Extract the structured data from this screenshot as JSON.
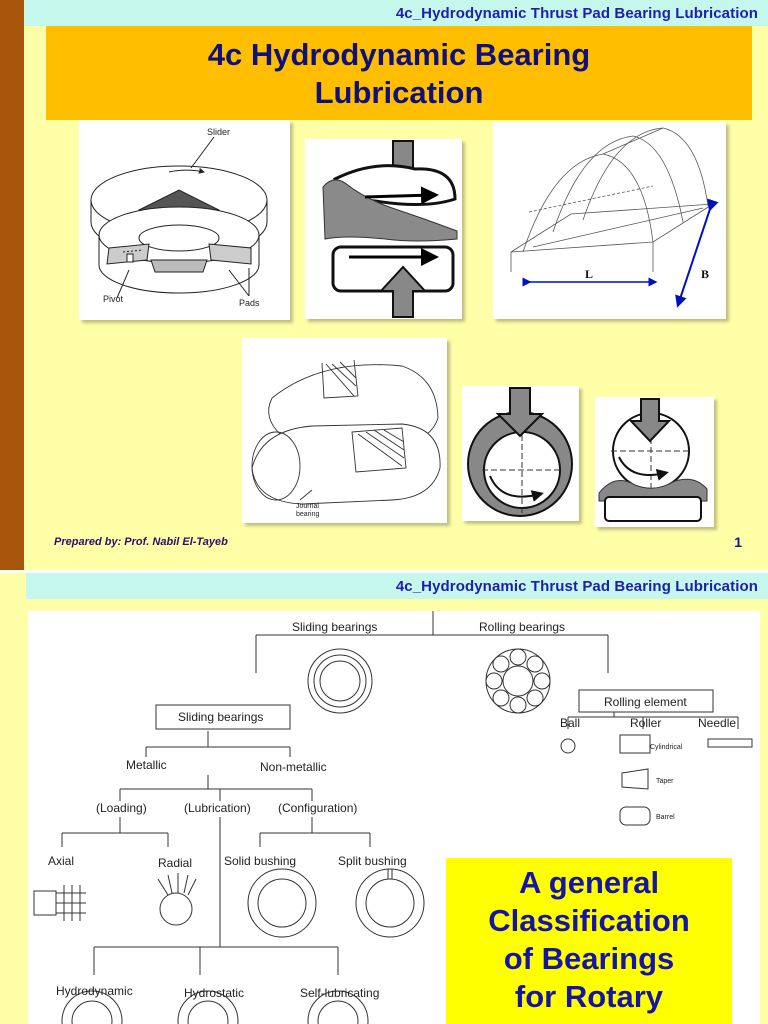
{
  "slide1": {
    "header": "4c_Hydrodynamic Thrust Pad Bearing Lubrication",
    "title_line1": "4c Hydrodynamic Bearing",
    "title_line2": "Lubrication",
    "figures": {
      "thrust_bearing": {
        "slider": "Slider",
        "pivot": "Pivot",
        "pads": "Pads"
      },
      "pressure_plot": {
        "length": "L",
        "width": "B"
      },
      "journal": {
        "label_line1": "Journal",
        "label_line2": "bearing"
      }
    },
    "footer": "Prepared by: Prof. Nabil El-Tayeb",
    "page_number": "1"
  },
  "slide2": {
    "header": "4c_Hydrodynamic Thrust Pad Bearing Lubrication",
    "tree": {
      "sliding_bearings": "Sliding bearings",
      "rolling_bearings": "Rolling bearings",
      "sliding_bearings_box": "Sliding bearings",
      "rolling_element": "Rolling element",
      "ball": "Ball",
      "roller": "Roller",
      "needle": "Needle",
      "cylindrical": "Cylindrical",
      "taper": "Taper",
      "barrel": "Barrel",
      "metallic": "Metallic",
      "non_metallic": "Non-metallic",
      "loading": "(Loading)",
      "lubrication": "(Lubrication)",
      "configuration": "(Configuration)",
      "axial": "Axial",
      "radial": "Radial",
      "solid_bushing": "Solid bushing",
      "split_bushing": "Split bushing",
      "hydrodynamic": "Hydrodynamic",
      "hydrostatic": "Hydrostatic",
      "self_lubricating": "Self-lubricating"
    },
    "callout": {
      "line1": "A general",
      "line2": "Classification",
      "line3": "of Bearings",
      "line4": "for Rotary"
    }
  }
}
